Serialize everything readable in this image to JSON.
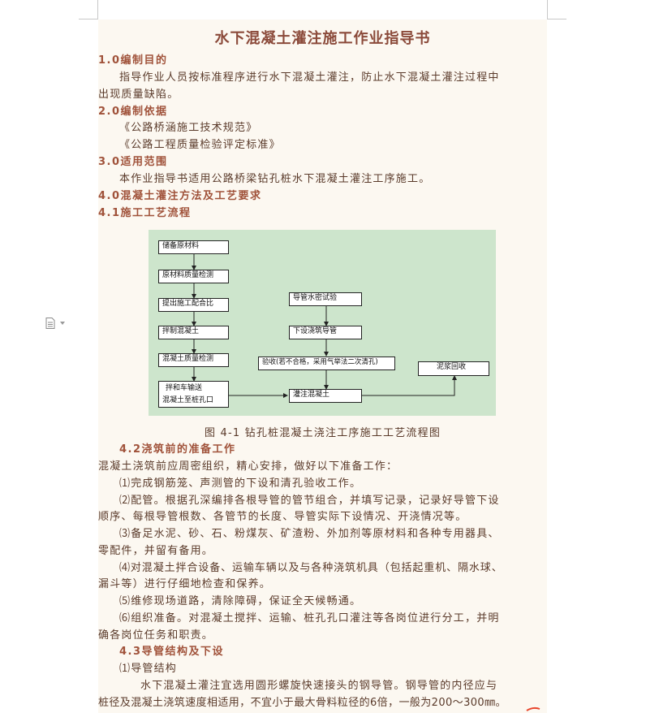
{
  "document": {
    "title": "水下混凝土灌注施工作业指导书",
    "s1_heading": "1.0编制目的",
    "s1_line1": "指导作业人员按标准程序进行水下混凝土灌注，防止水下混凝土灌注过程中",
    "s1_line2": "出现质量缺陷。",
    "s2_heading": "2.0编制依据",
    "s2_ref1": "《公路桥涵施工技术规范》",
    "s2_ref2": "《公路工程质量检验评定标准》",
    "s3_heading": "3.0适用范围",
    "s3_line1": "本作业指导书适用公路桥梁钻孔桩水下混凝土灌注工序施工。",
    "s4_heading": "4.0混凝土灌注方法及工艺要求",
    "s41_heading": "4.1施工工艺流程",
    "flowchart": {
      "b1": "储备原材料",
      "b2": "原材料质量检测",
      "b3": "提出施工配合比",
      "b4": "拌制混凝土",
      "b5": "混凝土质量检测",
      "b6a": "拌和车输送",
      "b6b": "混凝土至桩孔口",
      "r1": "导管水密试验",
      "r2": "下设浇筑导管",
      "r3": "验收(若不合格，采用气举法二次清孔)",
      "r4": "灌注混凝土",
      "r5": "泥浆回收"
    },
    "caption": "图 4-1    钻孔桩混凝土浇注工序施工工艺流程图",
    "s42_heading": "4.2浇筑前的准备工作",
    "s42_intro": "混凝土浇筑前应周密组织，精心安排，做好以下准备工作：",
    "s42_i1": "⑴完成钢筋笼、声测管的下设和清孔验收工作。",
    "s42_i2a": "⑵配管。根据孔深编排各根导管的管节组合，并填写记录，记录好导管下设",
    "s42_i2b": "顺序、每根导管根数、各管节的长度、导管实际下设情况、开浇情况等。",
    "s42_i3a": "⑶备足水泥、砂、石、粉煤灰、矿渣粉、外加剂等原材料和各种专用器具、",
    "s42_i3b": "零配件，并留有备用。",
    "s42_i4a": "⑷对混凝土拌合设备、运输车辆以及与各种浇筑机具（包括起重机、隔水球、",
    "s42_i4b": "漏斗等）进行仔细地检查和保养。",
    "s42_i5": "⑸维修现场道路，清除障碍，保证全天候畅通。",
    "s42_i6a": "⑹组织准备。对混凝土搅拌、运输、桩孔孔口灌注等各岗位进行分工，并明",
    "s42_i6b": "确各岗位任务和职责。",
    "s43_heading": "4.3导管结构及下设",
    "s43_i1": "⑴导管结构",
    "s43_p1a": "水下混凝土灌注宜选用圆形螺旋快速接头的钢导管。钢导管的内径应与",
    "s43_p1b": "桩径及混凝土浇筑速度相适用，不宜小于最大骨料粒径的6倍，一般为200～300㎜。"
  }
}
